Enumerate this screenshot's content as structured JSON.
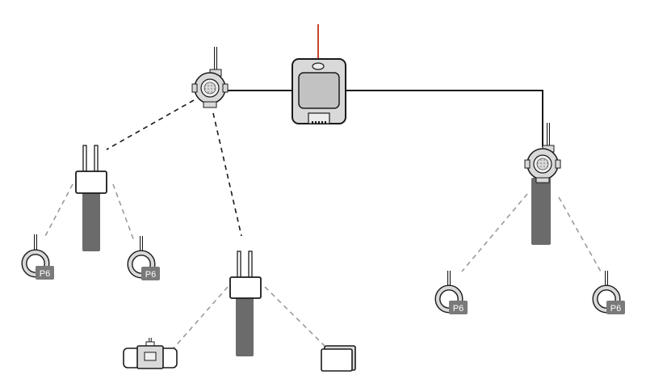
{
  "diagram": {
    "colors": {
      "antenna_lead": "#c8462c",
      "wired_link": "#1a1a1a",
      "wireless_link": "#1a1a1a",
      "sensor_link": "#9a9a9a",
      "probe_body": "#6b6b6b",
      "device_outline": "#1a1a1a",
      "device_fill": "#d9d9d9",
      "tag_fill": "#7a7a7a",
      "tag_text": "#ffffff"
    },
    "sensor_tags": [
      "P6",
      "P6",
      "P6",
      "P6"
    ]
  }
}
